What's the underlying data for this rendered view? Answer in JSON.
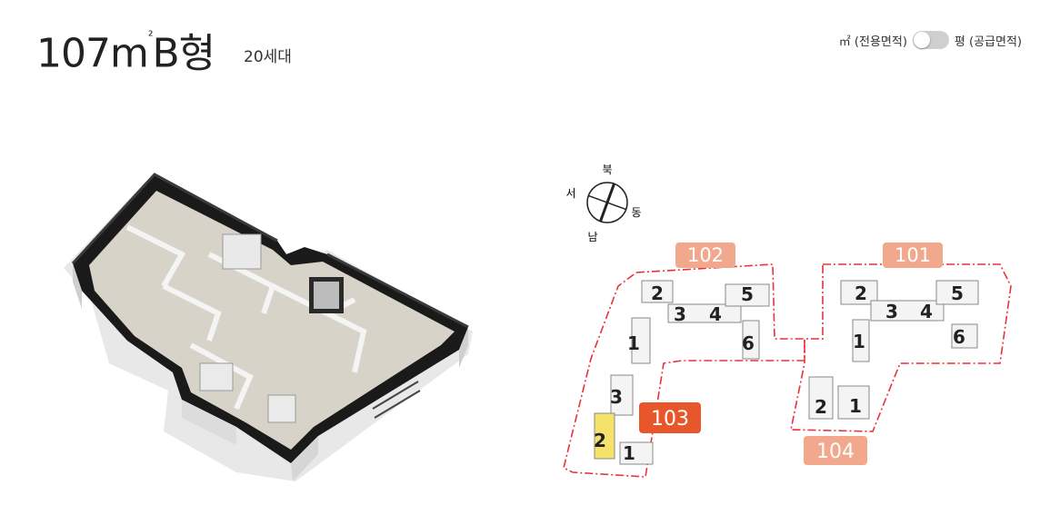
{
  "header": {
    "title_main": "107m",
    "title_sup": "²",
    "title_type": "B형",
    "unit_count": "20세대"
  },
  "area_toggle": {
    "left_label": "㎡ (전용면적)",
    "right_label": "평 (공급면적)",
    "selected": "left"
  },
  "compass": {
    "north": "북",
    "east": "동",
    "south": "남",
    "west": "서"
  },
  "site_plan": {
    "blocks": [
      {
        "label": "102",
        "highlighted": false
      },
      {
        "label": "101",
        "highlighted": false
      },
      {
        "label": "103",
        "highlighted": true
      },
      {
        "label": "104",
        "highlighted": false
      }
    ],
    "building_numbers": {
      "b102": [
        "1",
        "2",
        "3",
        "4",
        "5",
        "6"
      ],
      "b101": [
        "1",
        "2",
        "3",
        "4",
        "5",
        "6"
      ],
      "b103": [
        "1",
        "2",
        "3"
      ],
      "b104": [
        "1",
        "2"
      ]
    },
    "selected_building": "2",
    "colors": {
      "boundary": "#e8323c",
      "block_label_bg": "#f2a88c",
      "block_label_active_bg": "#e8562b",
      "selected_building_fill": "#f5e26b"
    }
  }
}
